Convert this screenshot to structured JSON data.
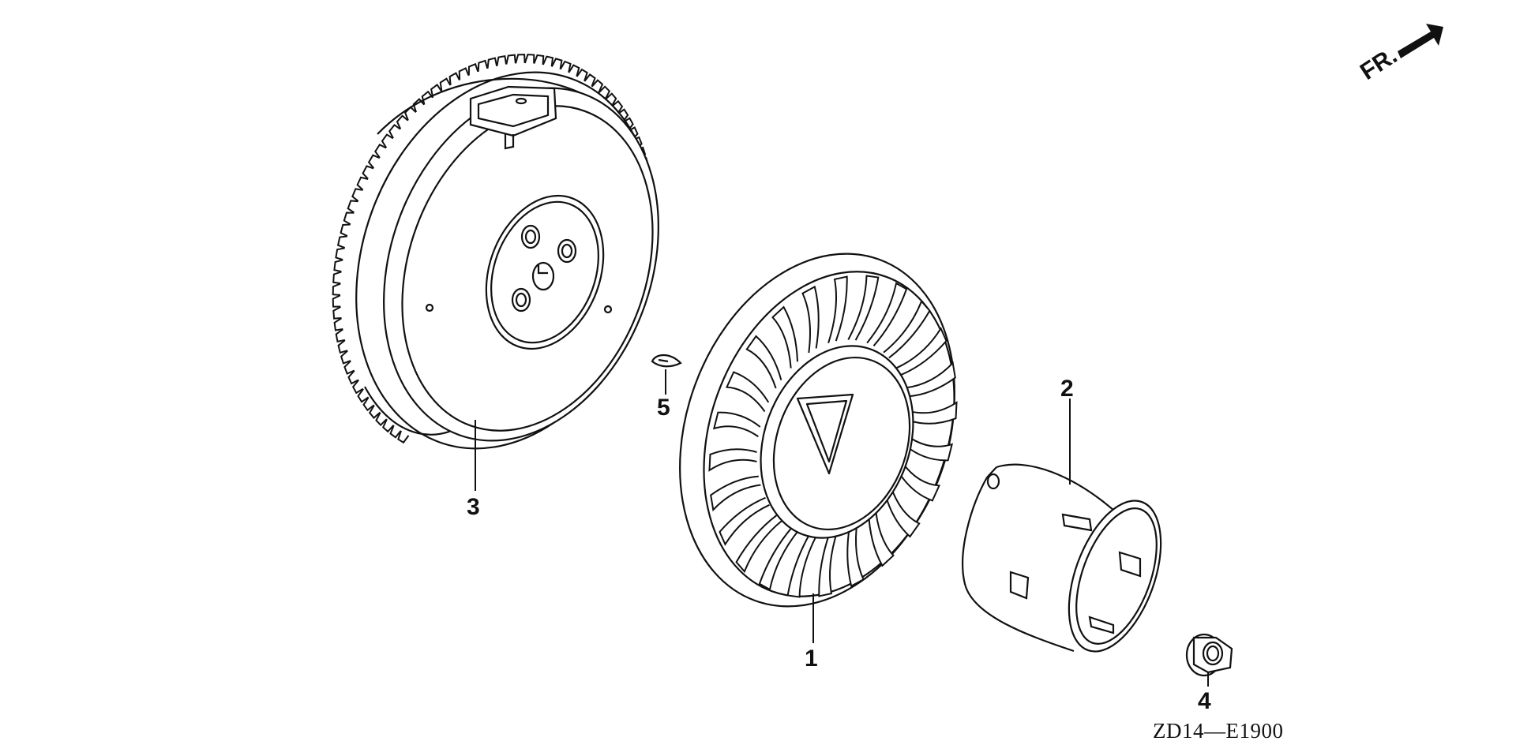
{
  "direction_label": "FR.",
  "drawing_code": "ZD14—E1900",
  "callouts": {
    "fan": "1",
    "cup": "2",
    "flywheel": "3",
    "nut": "4",
    "key": "5"
  },
  "parts": [
    {
      "ref": "1",
      "icon": "cooling-fan"
    },
    {
      "ref": "2",
      "icon": "starter-pulley-cup"
    },
    {
      "ref": "3",
      "icon": "flywheel"
    },
    {
      "ref": "4",
      "icon": "flange-nut"
    },
    {
      "ref": "5",
      "icon": "woodruff-key"
    }
  ],
  "colors": {
    "ink": "#111111",
    "paper": "#ffffff"
  }
}
